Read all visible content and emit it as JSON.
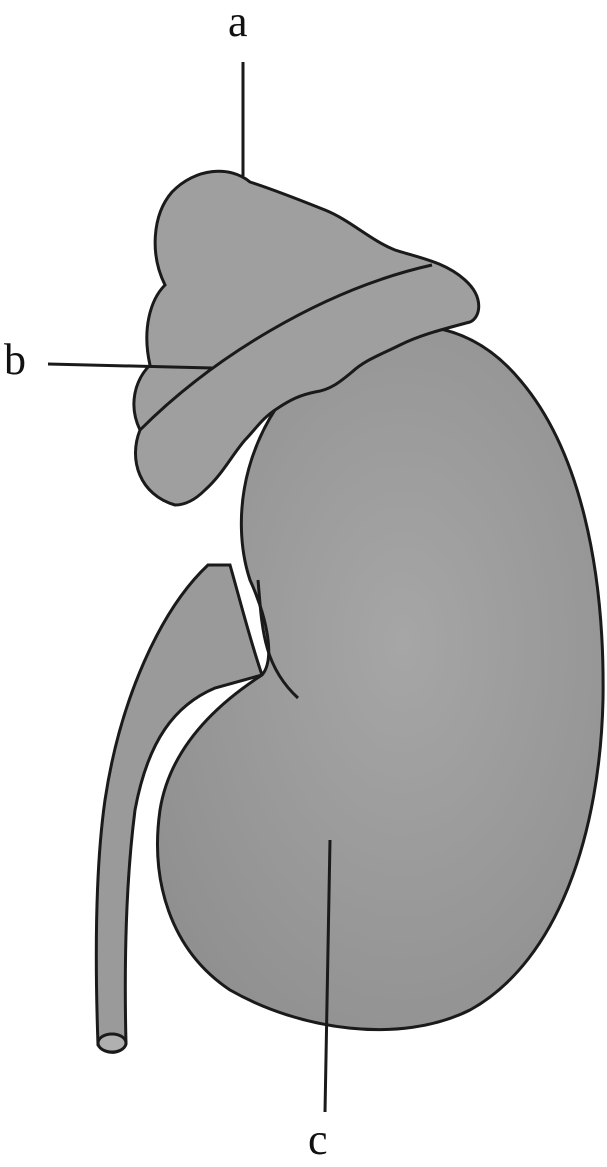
{
  "labels": {
    "a": "a",
    "b": "b",
    "c": "c"
  },
  "colors": {
    "organ_fill": "#9a9a9a",
    "outline": "#1a1a1a",
    "background": "#ffffff"
  }
}
